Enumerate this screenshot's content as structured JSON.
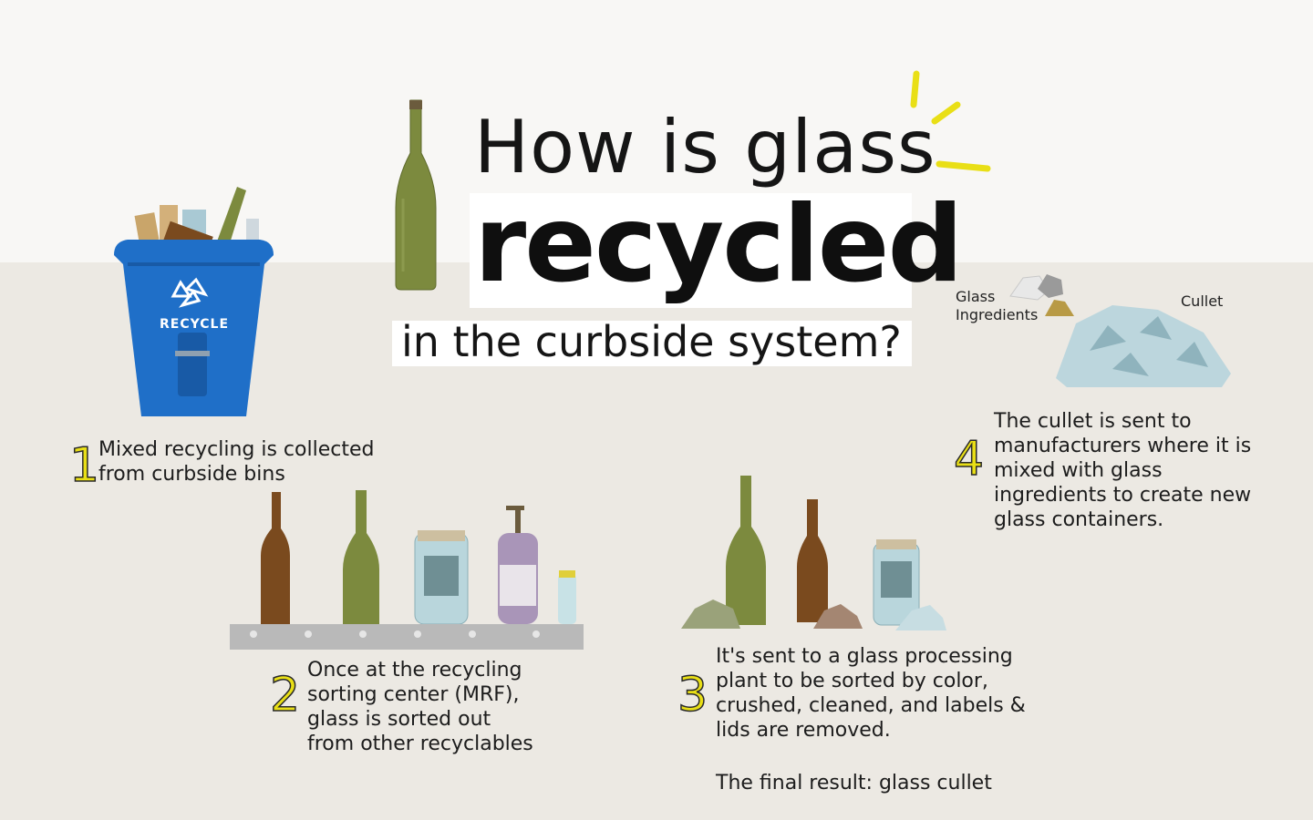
{
  "header": {
    "line1": "How is glass",
    "line2": "recycled",
    "line3": "in the curbside system?"
  },
  "bin_label": "RECYCLE",
  "steps": [
    {
      "number": "1",
      "text": "Mixed recycling is collected\nfrom curbside bins"
    },
    {
      "number": "2",
      "text": "Once at the recycling\nsorting center (MRF),\nglass is sorted out\nfrom other recyclables"
    },
    {
      "number": "3",
      "text": "It's sent to a glass processing\nplant to be sorted by color,\ncrushed, cleaned, and labels &\nlids are removed.",
      "result": "The final result: glass cullet"
    },
    {
      "number": "4",
      "text": "The cullet is sent to\nmanufacturers where it is\nmixed with glass\ningredients to create new\nglass containers."
    }
  ],
  "labels": {
    "glass_ingredients": "Glass\nIngredients",
    "cullet": "Cullet"
  },
  "colors": {
    "accent_yellow": "#e9df16",
    "bin_blue": "#1f6fc8",
    "green_glass": "#7c8a3e",
    "amber_glass": "#7a4a1e",
    "clear_glass": "#b9d6dc"
  }
}
